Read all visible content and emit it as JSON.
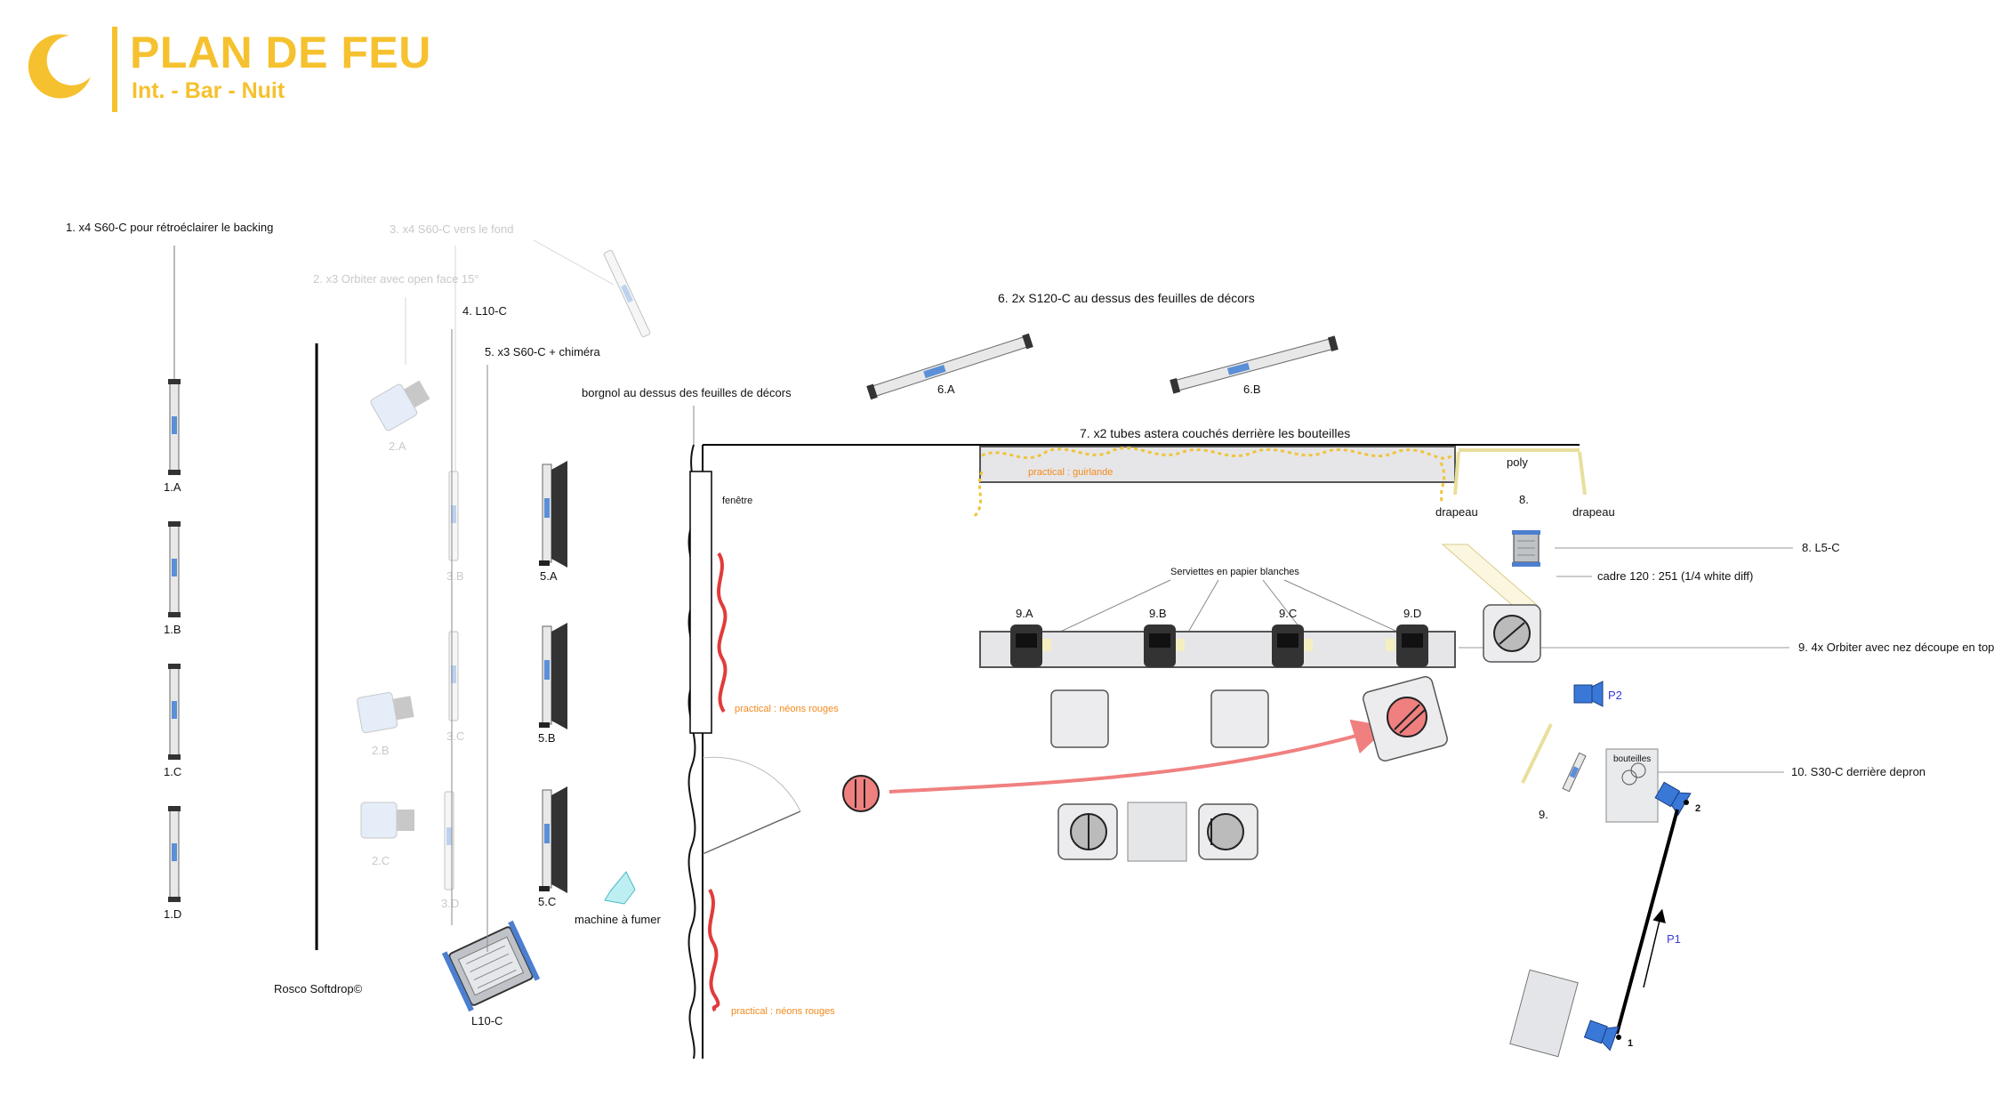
{
  "header": {
    "title": "PLAN DE FEU",
    "subtitle": "Int. - Bar - Nuit",
    "icon": "moon-icon",
    "accent_color": "#f5c12e"
  },
  "annotations": {
    "n1": "1. x4 S60-C pour rétroéclairer le backing",
    "n2": "2. x3 Orbiter avec open face 15°",
    "n3": "3. x4 S60-C vers le fond",
    "n4": "4. L10-C",
    "n5": "5. x3 S60-C + chiméra",
    "n6": "6. 2x S120-C au dessus des feuilles de décors",
    "n7": "7. x2 tubes astera couchés derrière les bouteilles",
    "n8": "8. L5-C",
    "n9": "9. 4x Orbiter avec nez découpe en top",
    "n10": "10. S30-C derrière depron",
    "borgnol": "borgnol au dessus des feuilles de décors",
    "cadre": "cadre 120 : 251 (1/4 white diff)",
    "serviettes": "Serviettes en papier blanches",
    "machine": "machine à fumer",
    "rosco": "Rosco Softdrop©"
  },
  "fixture_labels": {
    "l1A": "1.A",
    "l1B": "1.B",
    "l1C": "1.C",
    "l1D": "1.D",
    "l2A": "2.A",
    "l2B": "2.B",
    "l2C": "2.C",
    "l3B": "3.B",
    "l3C": "3.C",
    "l3D": "3.D",
    "l5A": "5.A",
    "l5B": "5.B",
    "l5C": "5.C",
    "l6A": "6.A",
    "l6B": "6.B",
    "l9A": "9.A",
    "l9B": "9.B",
    "l9C": "9.C",
    "l9D": "9.D",
    "l4": "L10-C",
    "l8": "8.",
    "l9": "9."
  },
  "set_labels": {
    "fenetre": "fenêtre",
    "poly": "poly",
    "drapeau1": "drapeau",
    "drapeau2": "drapeau",
    "bouteilles": "bouteilles",
    "practical_guirlande": "practical : guirlande",
    "practical_neons_1": "practical : néons rouges",
    "practical_neons_2": "practical : néons rouges"
  },
  "camera": {
    "p1": "P1",
    "p2": "P2",
    "pos1": "1",
    "pos2": "2"
  },
  "colors": {
    "accent": "#f5c12e",
    "annotation_text": "#111111",
    "faded_text": "#aaaaaa",
    "practical": "#f28a1c",
    "camera_blue": "#3a78d8",
    "neon_red": "#e23b3b",
    "arrow_red": "#f08080"
  }
}
